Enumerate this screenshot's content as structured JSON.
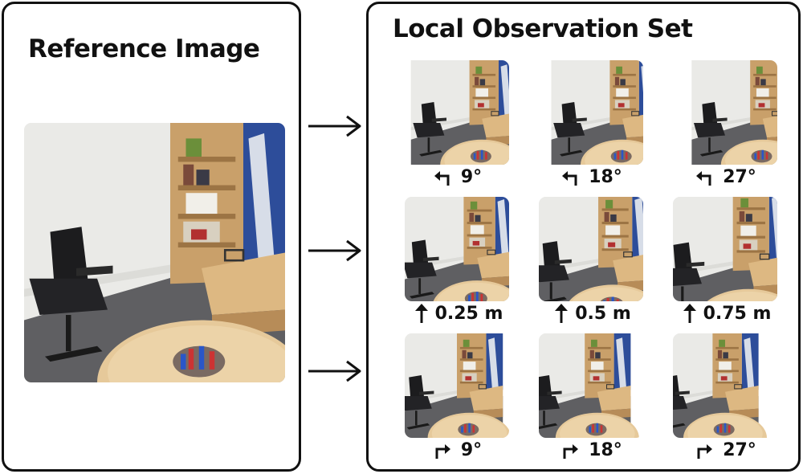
{
  "reference": {
    "title": "Reference Image"
  },
  "observations": {
    "title": "Local Observation Set",
    "rows": [
      {
        "icon": "turn-left-arrow-icon",
        "items": [
          {
            "label": "9°"
          },
          {
            "label": "18°"
          },
          {
            "label": "27°"
          }
        ]
      },
      {
        "icon": "forward-arrow-icon",
        "items": [
          {
            "label": "0.25 m"
          },
          {
            "label": "0.5 m"
          },
          {
            "label": "0.75 m"
          }
        ]
      },
      {
        "icon": "turn-right-arrow-icon",
        "items": [
          {
            "label": "9°"
          },
          {
            "label": "18°"
          },
          {
            "label": "27°"
          }
        ]
      }
    ]
  },
  "colors": {
    "border": "#111111",
    "wall": "#e4e4e1",
    "floor": "#5f5f62",
    "wood": "#c9a06a",
    "table": "#e6c99a",
    "window": "#2d4d9a"
  }
}
